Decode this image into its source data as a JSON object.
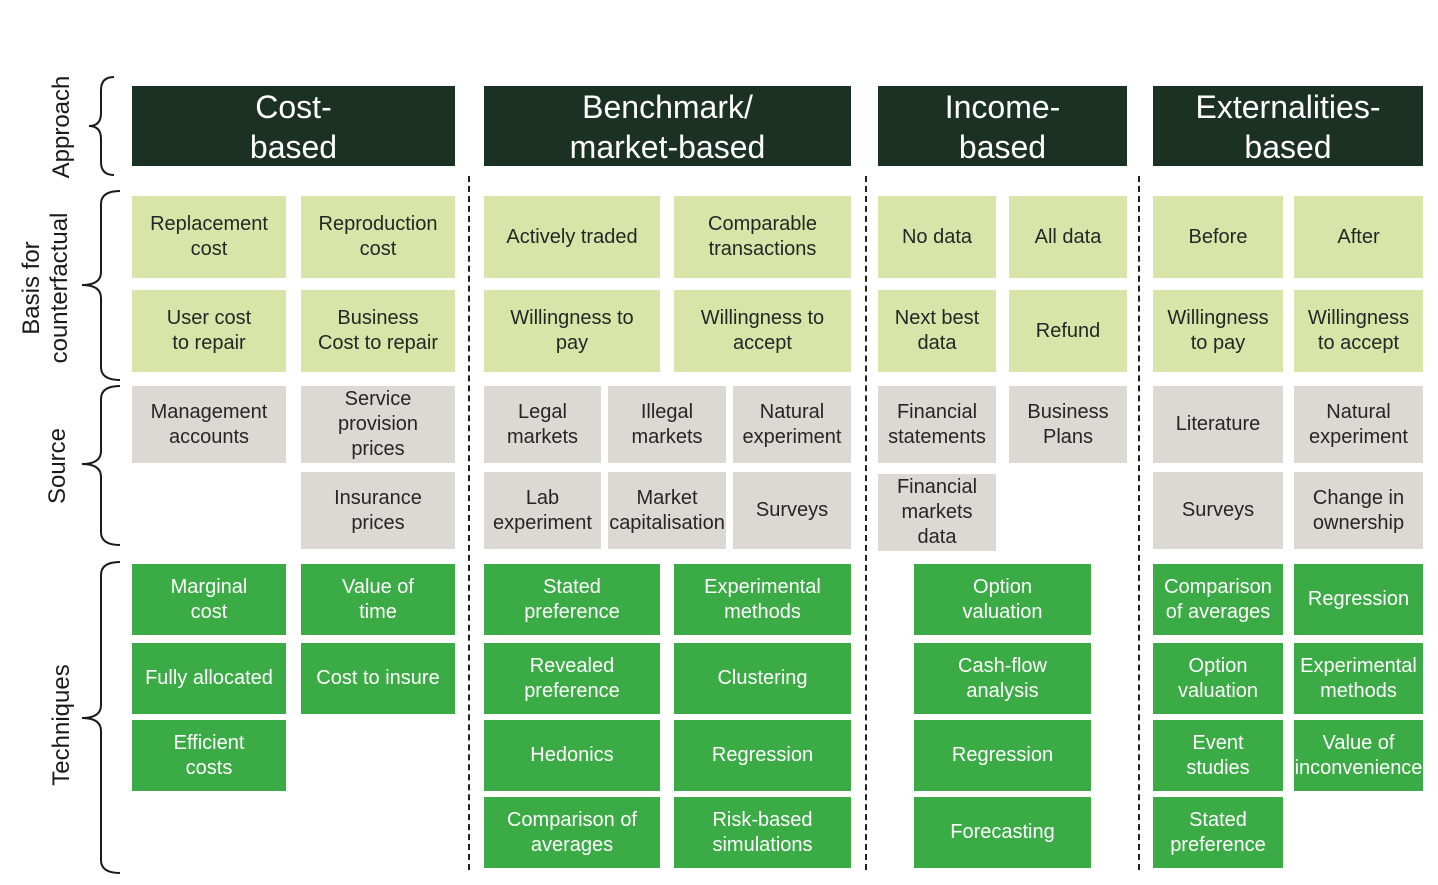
{
  "rows": {
    "approach": "Approach",
    "basis": "Basis for\ncounterfactual",
    "source": "Source",
    "techniques": "Techniques"
  },
  "approaches": [
    {
      "title": "Cost-\nbased",
      "basis": [
        "Replacement\ncost",
        "Reproduction\ncost",
        "User cost\nto repair",
        "Business\nCost to repair"
      ],
      "source": [
        "Management\naccounts",
        "Service\nprovision\nprices",
        "Insurance\nprices"
      ],
      "techniques": [
        "Marginal\ncost",
        "Value of\ntime",
        "Fully allocated",
        "Cost to insure",
        "Efficient\ncosts"
      ]
    },
    {
      "title": "Benchmark/\nmarket-based",
      "basis": [
        "Actively traded",
        "Comparable\ntransactions",
        "Willingness to\npay",
        "Willingness to\naccept"
      ],
      "source": [
        "Legal\nmarkets",
        "Illegal\nmarkets",
        "Natural\nexperiment",
        "Lab\nexperiment",
        "Market\ncapitalisation",
        "Surveys"
      ],
      "techniques": [
        "Stated\npreference",
        "Experimental\nmethods",
        "Revealed\npreference",
        "Clustering",
        "Hedonics",
        "Regression",
        "Comparison of\naverages",
        "Risk-based\nsimulations"
      ]
    },
    {
      "title": "Income-\nbased",
      "basis": [
        "No data",
        "All data",
        "Next best\ndata",
        "Refund"
      ],
      "source": [
        "Financial\nstatements",
        "Business\nPlans",
        "Financial\nmarkets data"
      ],
      "techniques": [
        "Option\nvaluation",
        "Cash-flow\nanalysis",
        "Regression",
        "Forecasting"
      ]
    },
    {
      "title": "Externalities-\nbased",
      "basis": [
        "Before",
        "After",
        "Willingness\nto pay",
        "Willingness\nto accept"
      ],
      "source": [
        "Literature",
        "Natural\nexperiment",
        "Surveys",
        "Change in\nownership"
      ],
      "techniques": [
        "Comparison\nof averages",
        "Regression",
        "Option\nvaluation",
        "Experimental\nmethods",
        "Event\nstudies",
        "Value of\ninconvenience",
        "Stated\npreference"
      ]
    }
  ],
  "colors": {
    "header": "#1b3124",
    "basis": "#d8e4a8",
    "source": "#dcd8d4",
    "techniques": "#3aab45"
  }
}
